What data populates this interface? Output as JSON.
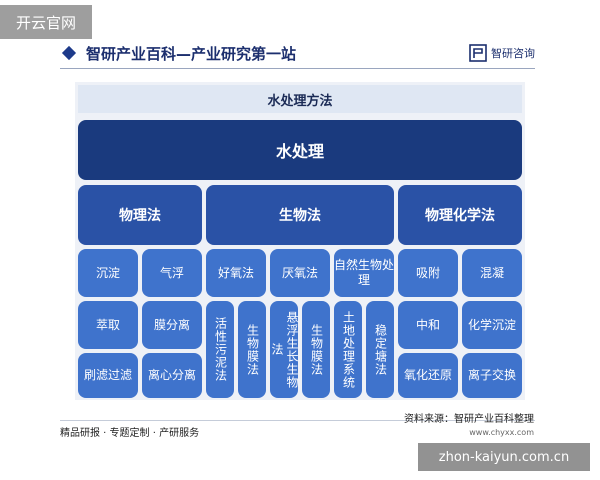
{
  "watermark_top": "开云官网",
  "watermark_bottom": "zhon-kaiyun.com.cn",
  "header": {
    "title": "智研产业百科—产业研究第一站",
    "brand": "智研咨询",
    "accent": "#1c2f6e"
  },
  "diagram": {
    "subtitle": "水处理方法",
    "root": "水处理",
    "categories": {
      "physical": "物理法",
      "biological": "生物法",
      "physicochemical": "物理化学法"
    },
    "physical": [
      "沉淀",
      "气浮",
      "萃取",
      "膜分离",
      "刷滤过滤",
      "离心分离"
    ],
    "biological_top": [
      "好氧法",
      "厌氧法",
      "自然生物处理"
    ],
    "biological_vertical": [
      "活性污泥法",
      "生物膜法",
      "悬浮生长生物法",
      "生物膜法",
      "土地处理系统",
      "稳定塘法"
    ],
    "physicochemical": [
      "吸附",
      "混凝",
      "中和",
      "化学沉淀",
      "氧化还原",
      "离子交换"
    ],
    "colors": {
      "root": "#1a3a7e",
      "category": "#2a52a6",
      "leaf": "#3f73cc",
      "subtitle_bg": "#dfe7f3"
    }
  },
  "footer": {
    "left": "精品研报 · 专题定制 · 产研服务",
    "source": "资料来源：智研产业百科整理",
    "url": "www.chyxx.com"
  }
}
